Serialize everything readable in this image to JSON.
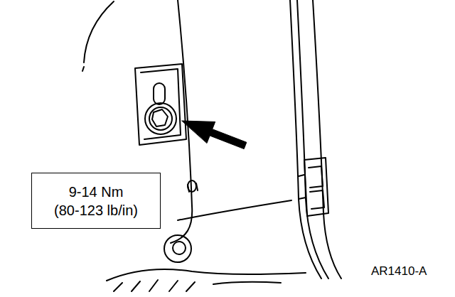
{
  "diagram": {
    "nodes": [
      {
        "text": [
          "9-14 Nm",
          "(80-123 lb/in)"
        ]
      }
    ],
    "labels": [
      "AR1410-A"
    ]
  }
}
